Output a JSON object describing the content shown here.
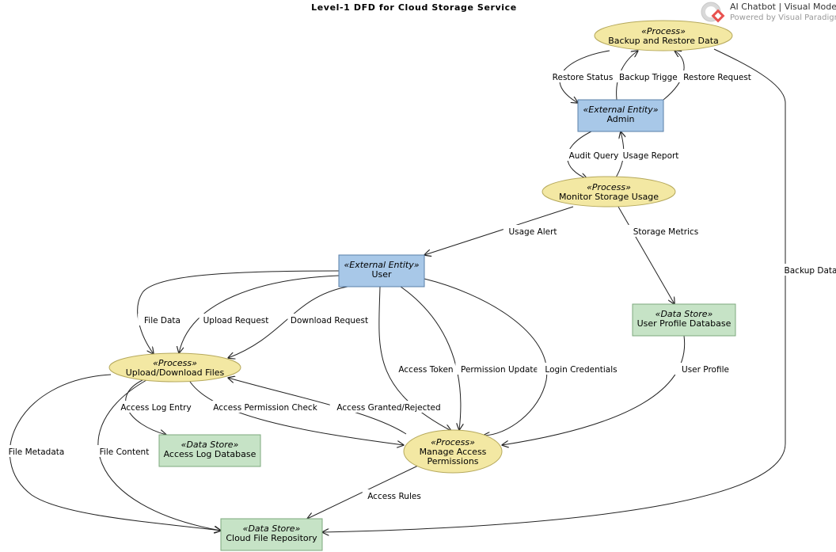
{
  "title": "Level-1 DFD for Cloud Storage Service",
  "brand": {
    "name": "AI Chatbot | Visual Modeling",
    "tagline": "Powered by Visual Paradigm"
  },
  "colors": {
    "process_fill": "#f3e8a3",
    "process_stroke": "#b6a95c",
    "entity_fill": "#a8c8e8",
    "entity_stroke": "#5a7fa8",
    "store_fill": "#c6e3c6",
    "store_stroke": "#7daa7d",
    "edge": "#222222"
  },
  "nodes": [
    {
      "id": "backup",
      "kind": "process",
      "stereotype": "«Process»",
      "lines": [
        "Backup and Restore Data"
      ]
    },
    {
      "id": "admin",
      "kind": "entity",
      "stereotype": "«External Entity»",
      "lines": [
        "Admin"
      ]
    },
    {
      "id": "monitor",
      "kind": "process",
      "stereotype": "«Process»",
      "lines": [
        "Monitor Storage Usage"
      ]
    },
    {
      "id": "user",
      "kind": "entity",
      "stereotype": "«External Entity»",
      "lines": [
        "User"
      ]
    },
    {
      "id": "profiledb",
      "kind": "store",
      "stereotype": "«Data Store»",
      "lines": [
        "User Profile Database"
      ]
    },
    {
      "id": "updown",
      "kind": "process",
      "stereotype": "«Process»",
      "lines": [
        "Upload/Download Files"
      ]
    },
    {
      "id": "access",
      "kind": "process",
      "stereotype": "«Process»",
      "lines": [
        "Manage Access",
        "Permissions"
      ]
    },
    {
      "id": "logdb",
      "kind": "store",
      "stereotype": "«Data Store»",
      "lines": [
        "Access Log Database"
      ]
    },
    {
      "id": "repo",
      "kind": "store",
      "stereotype": "«Data Store»",
      "lines": [
        "Cloud File Repository"
      ]
    }
  ],
  "edges": [
    {
      "id": "restore-status",
      "label": "Restore Status"
    },
    {
      "id": "backup-trigger",
      "label": "Backup Trigger"
    },
    {
      "id": "restore-request",
      "label": "Restore Request"
    },
    {
      "id": "audit-query",
      "label": "Audit Query"
    },
    {
      "id": "usage-report",
      "label": "Usage Report"
    },
    {
      "id": "usage-alert",
      "label": "Usage Alert"
    },
    {
      "id": "storage-metrics",
      "label": "Storage Metrics"
    },
    {
      "id": "backup-data",
      "label": "Backup Data"
    },
    {
      "id": "file-data",
      "label": "File Data"
    },
    {
      "id": "upload-request",
      "label": "Upload Request"
    },
    {
      "id": "download-request",
      "label": "Download Request"
    },
    {
      "id": "access-token",
      "label": "Access Token"
    },
    {
      "id": "permission-update",
      "label": "Permission Update"
    },
    {
      "id": "login-credentials",
      "label": "Login Credentials"
    },
    {
      "id": "user-profile",
      "label": "User Profile"
    },
    {
      "id": "access-log-entry",
      "label": "Access Log Entry"
    },
    {
      "id": "access-permission-check",
      "label": "Access Permission Check"
    },
    {
      "id": "access-granted-rejected",
      "label": "Access Granted/Rejected"
    },
    {
      "id": "file-metadata",
      "label": "File Metadata"
    },
    {
      "id": "file-content",
      "label": "File Content"
    },
    {
      "id": "access-rules",
      "label": "Access Rules"
    }
  ]
}
